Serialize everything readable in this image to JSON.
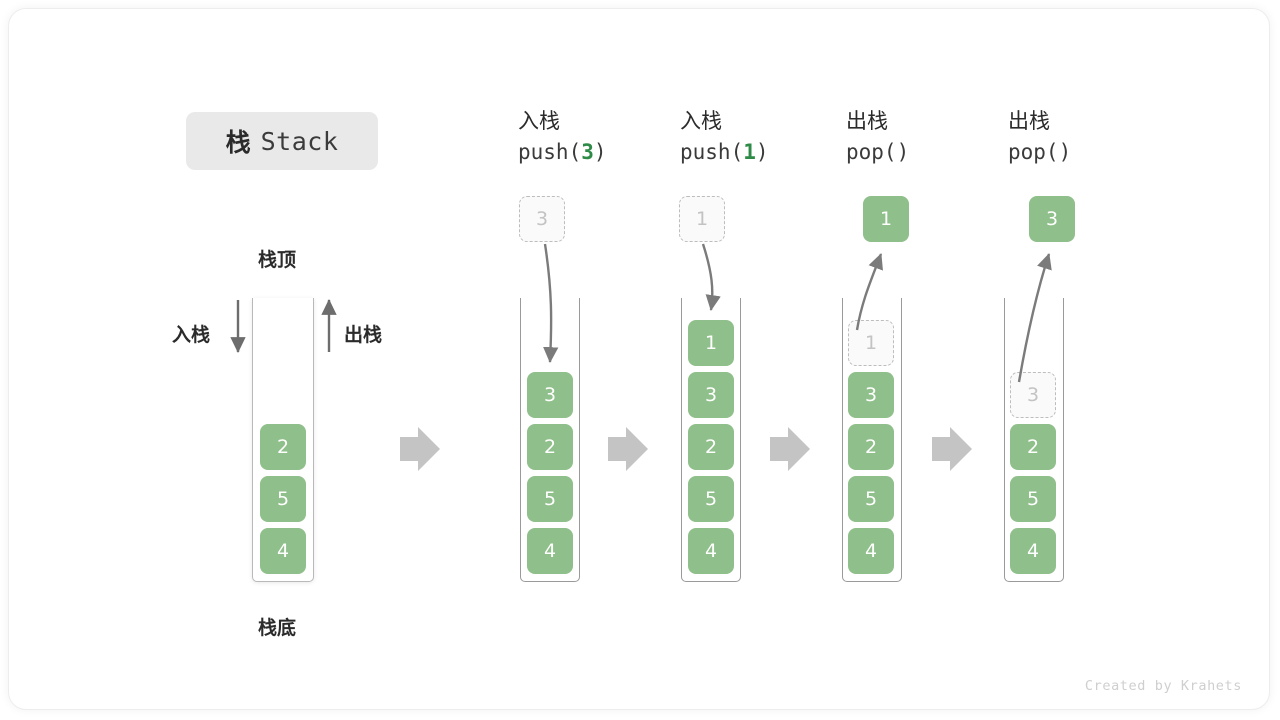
{
  "title": {
    "cn": "栈",
    "en": "Stack"
  },
  "labels": {
    "top": "栈顶",
    "bottom": "栈底",
    "push": "入栈",
    "pop": "出栈"
  },
  "initial_stack": {
    "cells": [
      "2",
      "5",
      "4"
    ]
  },
  "steps": [
    {
      "op_cn": "入栈",
      "code_prefix": "push(",
      "code_arg": "3",
      "code_suffix": ")",
      "incoming": "3",
      "incoming_style": "ghost",
      "cells": [
        {
          "value": "3",
          "style": "filled"
        },
        {
          "value": "2",
          "style": "filled"
        },
        {
          "value": "5",
          "style": "filled"
        },
        {
          "value": "4",
          "style": "filled"
        }
      ]
    },
    {
      "op_cn": "入栈",
      "code_prefix": "push(",
      "code_arg": "1",
      "code_suffix": ")",
      "incoming": "1",
      "incoming_style": "ghost",
      "cells": [
        {
          "value": "1",
          "style": "filled"
        },
        {
          "value": "3",
          "style": "filled"
        },
        {
          "value": "2",
          "style": "filled"
        },
        {
          "value": "5",
          "style": "filled"
        },
        {
          "value": "4",
          "style": "filled"
        }
      ]
    },
    {
      "op_cn": "出栈",
      "code_prefix": "pop(",
      "code_arg": "",
      "code_suffix": ")",
      "incoming": "1",
      "incoming_style": "filled",
      "cells": [
        {
          "value": "1",
          "style": "ghost"
        },
        {
          "value": "3",
          "style": "filled"
        },
        {
          "value": "2",
          "style": "filled"
        },
        {
          "value": "5",
          "style": "filled"
        },
        {
          "value": "4",
          "style": "filled"
        }
      ]
    },
    {
      "op_cn": "出栈",
      "code_prefix": "pop(",
      "code_arg": "",
      "code_suffix": ")",
      "incoming": "3",
      "incoming_style": "filled",
      "cells": [
        {
          "value": "3",
          "style": "ghost"
        },
        {
          "value": "2",
          "style": "filled"
        },
        {
          "value": "5",
          "style": "filled"
        },
        {
          "value": "4",
          "style": "filled"
        }
      ]
    }
  ],
  "colors": {
    "accent_green": "#8fbf8a",
    "arrow_gray": "#7b7b7b",
    "step_arrow_gray": "#c4c4c4",
    "chip_gray": "#e9e9e9",
    "ghost_border": "#bdbdbd"
  },
  "credit": "Created by Krahets"
}
